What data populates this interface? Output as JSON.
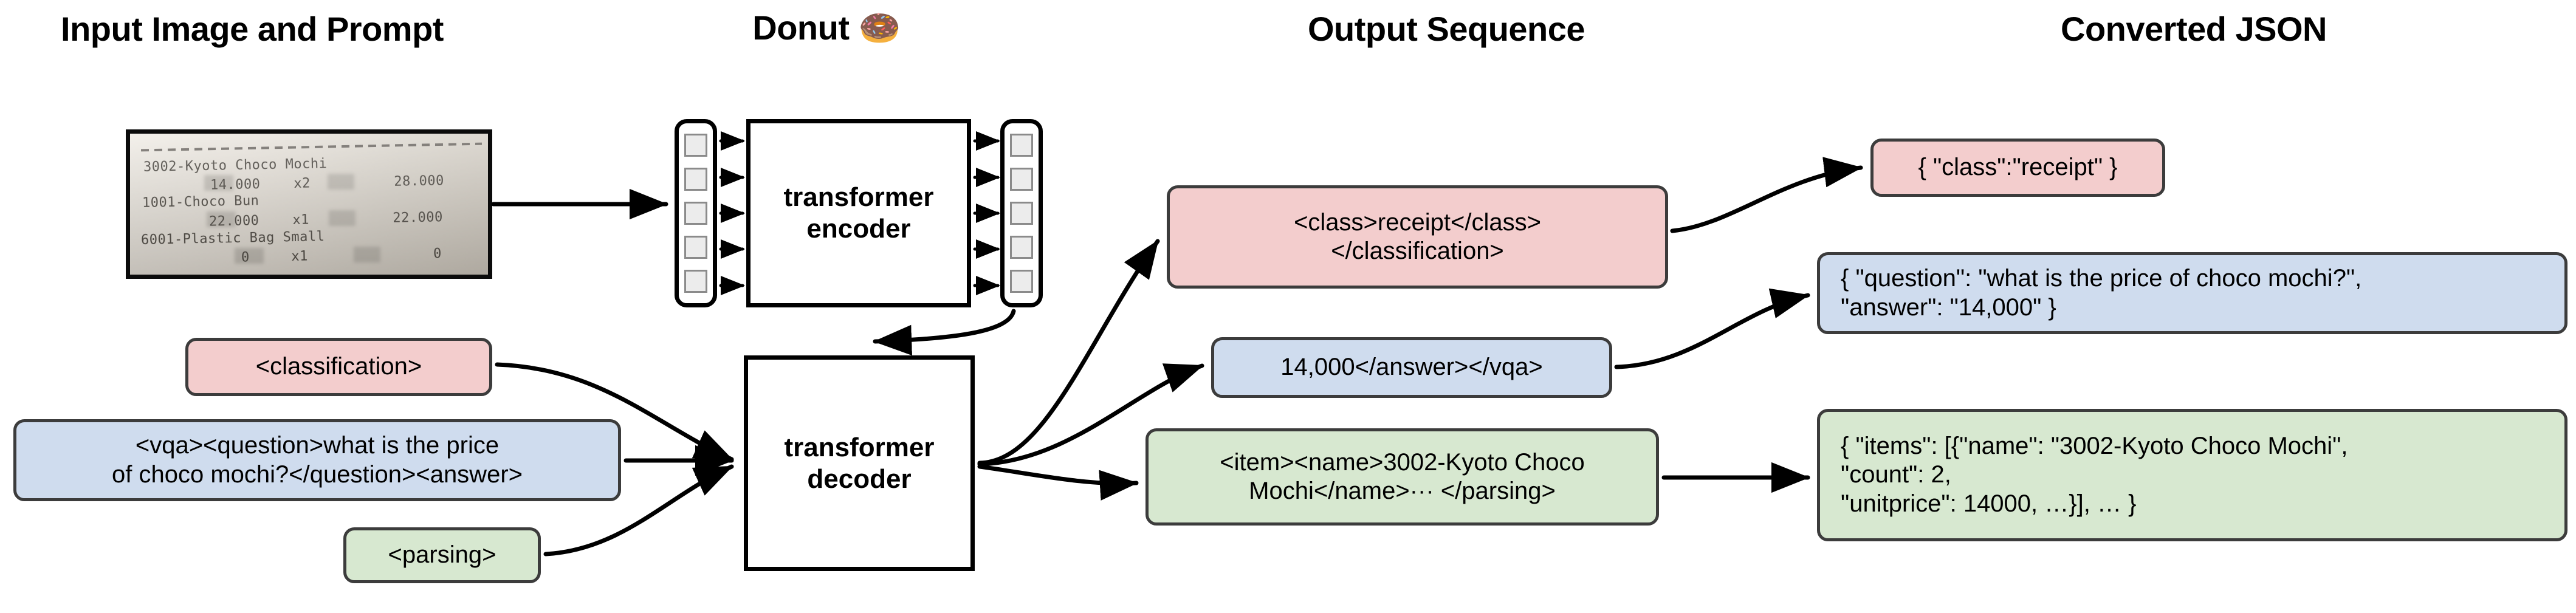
{
  "headings": [
    {
      "id": "input-image-and-prompt",
      "label": "Input Image and Prompt"
    },
    {
      "id": "donut",
      "label": "Donut 🍩"
    },
    {
      "id": "output-sequence",
      "label": "Output Sequence"
    },
    {
      "id": "converted-json",
      "label": "Converted JSON"
    }
  ],
  "receipt": {
    "alt": "photo-of-receipt",
    "lines": [
      "3002-Kyoto Choco Mochi",
      "        14.000    x2          28.000",
      "1001-Choco Bun",
      "        22.000    x1          22.000",
      "6001-Plastic Bag Small",
      "            0     x1               0"
    ],
    "items": [
      {
        "name": "3002-Kyoto Choco Mochi",
        "unitprice": "14.000",
        "count": "x2",
        "total": "28.000"
      },
      {
        "name": "1001-Choco Bun",
        "unitprice": "22.000",
        "count": "x1",
        "total": "22.000"
      },
      {
        "name": "6001-Plastic Bag Small",
        "unitprice": "0",
        "count": "x1",
        "total": "0"
      }
    ]
  },
  "prompts": [
    {
      "id": "classification-prompt",
      "color": "pink",
      "text": "<classification>"
    },
    {
      "id": "vqa-prompt",
      "color": "blue",
      "text": "<vqa><question>what is the price\nof choco mochi?</question><answer>"
    },
    {
      "id": "parsing-prompt",
      "color": "green",
      "text": "<parsing>"
    }
  ],
  "model": {
    "encoder_label": "transformer\nencoder",
    "decoder_label": "transformer\ndecoder",
    "encoder_input_tokens": 5,
    "encoder_output_tokens": 5
  },
  "output_sequences": [
    {
      "id": "class-output",
      "color": "pink",
      "text": "<class>receipt</class>\n</classification>"
    },
    {
      "id": "answer-output",
      "color": "blue",
      "text": "14,000</answer></vqa>"
    },
    {
      "id": "parsing-output",
      "color": "green",
      "text": "<item><name>3002-Kyoto Choco\nMochi</name>··· </parsing>"
    }
  ],
  "converted_json": [
    {
      "id": "class-json",
      "color": "pink",
      "text": "{ \"class\":\"receipt\" }"
    },
    {
      "id": "vqa-json",
      "color": "blue",
      "text": "{ \"question\": \"what is the price of choco mochi?\",\n  \"answer\": \"14,000\" }"
    },
    {
      "id": "parsing-json",
      "color": "green",
      "text": "{ \"items\": [{\"name\": \"3002-Kyoto Choco Mochi\",\n      \"count\": 2,\n      \"unitprice\": 14000, …}], … }"
    }
  ],
  "colors": {
    "pink": "#f3cdcd",
    "blue": "#cfdcee",
    "green": "#d7e8d0",
    "box_border": "#3c3c3c",
    "block_border": "#000000",
    "token_fill": "#ececec",
    "token_border": "#8b8b8b",
    "background": "#ffffff"
  }
}
